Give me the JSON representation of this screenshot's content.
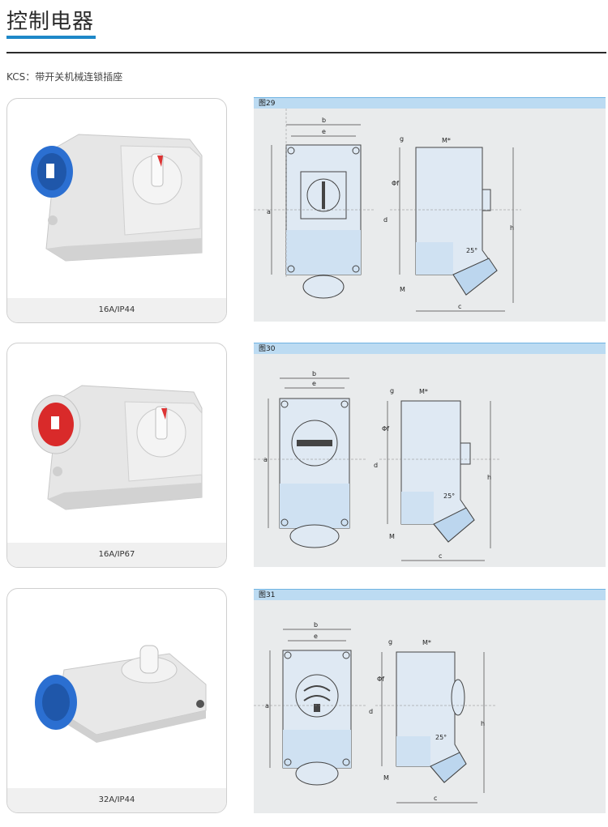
{
  "page": {
    "title": "控制电器",
    "subtitle": "KCS：带开关机械连锁插座"
  },
  "products": [
    {
      "caption": "16A/IP44",
      "figure": "图29",
      "cap_color": "#2b6fd1"
    },
    {
      "caption": "16A/IP67",
      "figure": "图30",
      "cap_color": "#d92a2a"
    },
    {
      "caption": "32A/IP44",
      "figure": "图31",
      "cap_color": "#2b6fd1"
    }
  ],
  "drawing_labels": {
    "b": "b",
    "e": "e",
    "a": "a",
    "d": "d",
    "h": "h",
    "c": "c",
    "g": "g",
    "m_star": "M*",
    "phi_f": "Φf",
    "m": "M",
    "angle": "25°"
  },
  "colors": {
    "accent": "#1e88c8",
    "panel_header": "#bcdbf2"
  }
}
